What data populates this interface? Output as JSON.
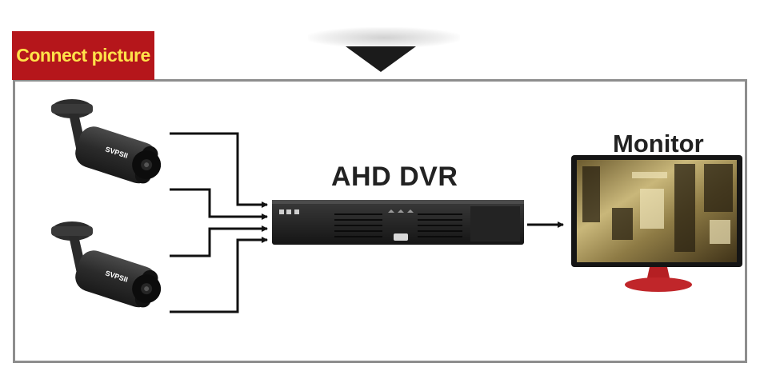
{
  "header": {
    "tag_label": "Connect picture"
  },
  "diagram": {
    "dvr_label": "AHD DVR",
    "monitor_label": "Monitor",
    "camera_brand": "SVPSII",
    "nodes": [
      "camera-top",
      "camera-bottom",
      "ahd-dvr",
      "monitor"
    ],
    "connections": 5
  },
  "colors": {
    "tag_background": "#b5161b",
    "tag_text": "#ffe24a",
    "frame_border": "#8d8d8d",
    "line": "#111111",
    "device_body": "#2a2a2a",
    "monitor_stand": "#c0262a"
  }
}
